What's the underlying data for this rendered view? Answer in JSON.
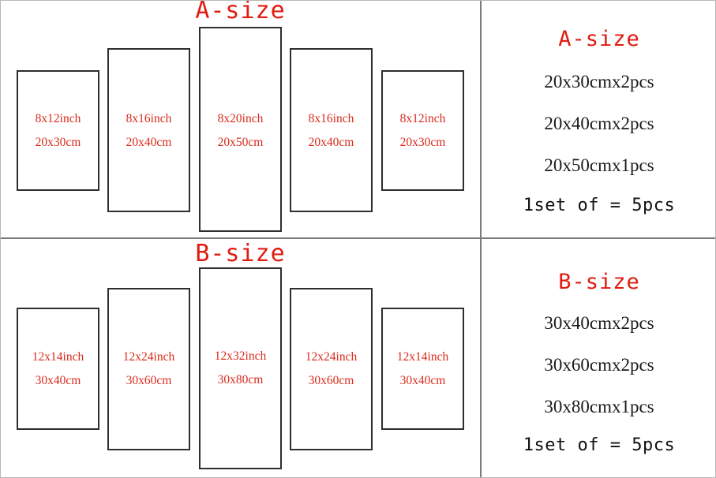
{
  "colors": {
    "title_red": "#e01b10",
    "label_red": "#d92b1c",
    "frame_border": "#2e2e2e",
    "divider": "#7a7a7a",
    "page_border": "#b8b8b8",
    "summary_text": "#1a1a1a",
    "background": "#ffffff"
  },
  "sections": [
    {
      "id": "a-size",
      "title": "A-size",
      "panels": [
        {
          "inch": "8x12inch",
          "cm": "20x30cm"
        },
        {
          "inch": "8x16inch",
          "cm": "20x40cm"
        },
        {
          "inch": "8x20inch",
          "cm": "20x50cm"
        },
        {
          "inch": "8x16inch",
          "cm": "20x40cm"
        },
        {
          "inch": "8x12inch",
          "cm": "20x30cm"
        }
      ],
      "summary": {
        "title": "A-size",
        "lines": [
          "20x30cmx2pcs",
          "20x40cmx2pcs",
          "20x50cmx1pcs"
        ],
        "total": "1set of = 5pcs"
      }
    },
    {
      "id": "b-size",
      "title": "B-size",
      "panels": [
        {
          "inch": "12x14inch",
          "cm": "30x40cm"
        },
        {
          "inch": "12x24inch",
          "cm": "30x60cm"
        },
        {
          "inch": "12x32inch",
          "cm": "30x80cm"
        },
        {
          "inch": "12x24inch",
          "cm": "30x60cm"
        },
        {
          "inch": "12x14inch",
          "cm": "30x40cm"
        }
      ],
      "summary": {
        "title": "B-size",
        "lines": [
          "30x40cmx2pcs",
          "30x60cmx2pcs",
          "30x80cmx1pcs"
        ],
        "total": "1set of = 5pcs"
      }
    }
  ]
}
